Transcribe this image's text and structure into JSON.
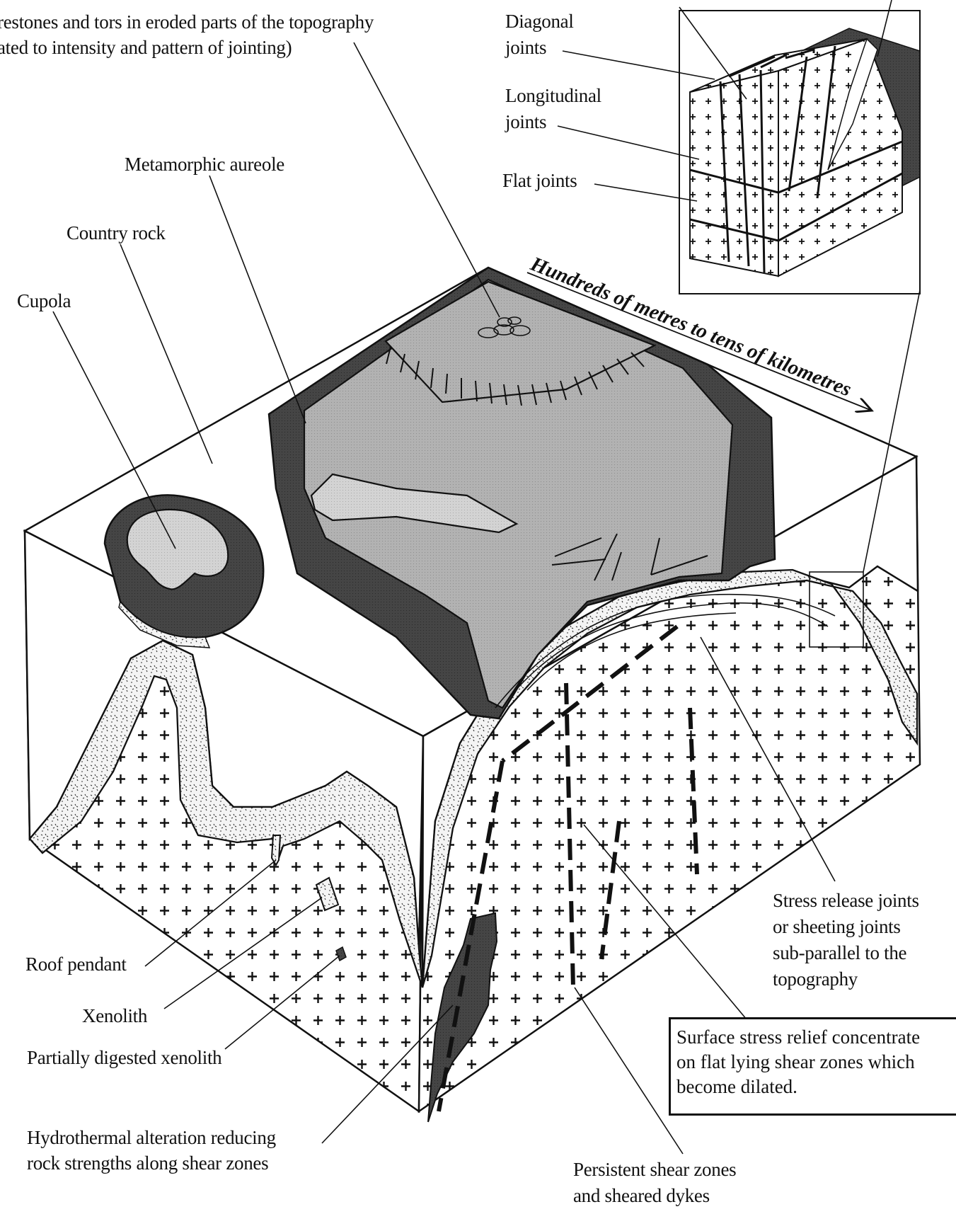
{
  "labels": {
    "tors": "restones and tors in eroded parts of the topography",
    "tors2": "ated to intensity and pattern of jointing)",
    "metamorphic": "Metamorphic aureole",
    "country": "Country rock",
    "cupola": "Cupola",
    "diagonal1": "Diagonal",
    "diagonal2": "joints",
    "longitudinal1": "Longitudinal",
    "longitudinal2": "joints",
    "flat": "Flat joints",
    "scale": "Hundreds of metres to tens of kilometres",
    "roof": "Roof pendant",
    "xenolith": "Xenolith",
    "partial": "Partially digested xenolith",
    "hydro1": "Hydrothermal alteration reducing",
    "hydro2": "rock strengths along shear zones",
    "stress1": "Stress release joints",
    "stress2": "or sheeting joints",
    "stress3": "sub-parallel to the",
    "stress4": "topography",
    "surface1": "Surface stress relief concentrate",
    "surface2": "on flat lying shear zones which",
    "surface3": "become dilated.",
    "persistent1": "Persistent shear zones",
    "persistent2": "and sheared dykes"
  },
  "colors": {
    "granite_fill": "#ffffff",
    "aureole": "#4a4a4a",
    "country_top": "#ffffff",
    "inner_granite": "#b5b5b5",
    "shear": "#111111",
    "stipple": "#f2f2f2"
  }
}
